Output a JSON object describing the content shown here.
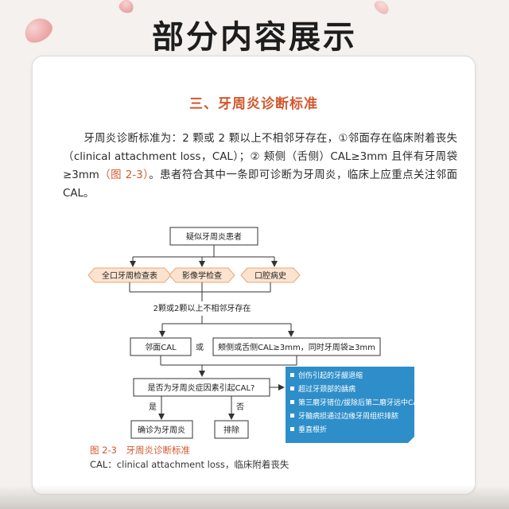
{
  "banner": {
    "title": "部分内容展示"
  },
  "section": {
    "title": "三、牙周炎诊断标准"
  },
  "paragraph": {
    "line1_a": "牙周炎诊断标准为：2 颗或 2 颗以上不相邻牙存在，①邻面存在临床附着丧失（clinical attachment loss，CAL）；② 颊侧（舌侧）CAL≥3mm 且伴有牙周袋≥3mm",
    "ref": "（图 2-3）",
    "line1_b": "。患者符合其中一条即可诊断为牙周炎，临床上应重点关注邻面 CAL。"
  },
  "flowchart": {
    "top": "疑似牙周炎患者",
    "exam_1": "全口牙周检查表",
    "exam_2": "影像学检查",
    "exam_3": "口腔病史",
    "criterion": "2颗或2颗以上不相邻牙存在",
    "cond_left": "邻面CAL",
    "or_label": "或",
    "cond_right": "颊侧或舌侧CAL≥3mm，同时牙周袋≥3mm",
    "question": "是否为牙周炎症因素引起CAL?",
    "yes_label": "是",
    "no_label": "否",
    "result_yes": "确诊为牙周炎",
    "result_no": "排除",
    "exclusions": [
      "创伤引起的牙龈退缩",
      "超过牙颈部的龋病",
      "第三磨牙错位/拔除后第二磨牙远中CAL",
      "牙髓病损通过边缘牙周组织排脓",
      "垂直根折"
    ]
  },
  "figure": {
    "caption": "图 2-3　牙周炎诊断标准",
    "note": "CAL：clinical attachment loss，临床附着丧失"
  },
  "colors": {
    "accent": "#d2582e",
    "exam_fill": "#fbe3cf",
    "exam_stroke": "#e8a777",
    "blue_box": "#2e8ec9"
  }
}
